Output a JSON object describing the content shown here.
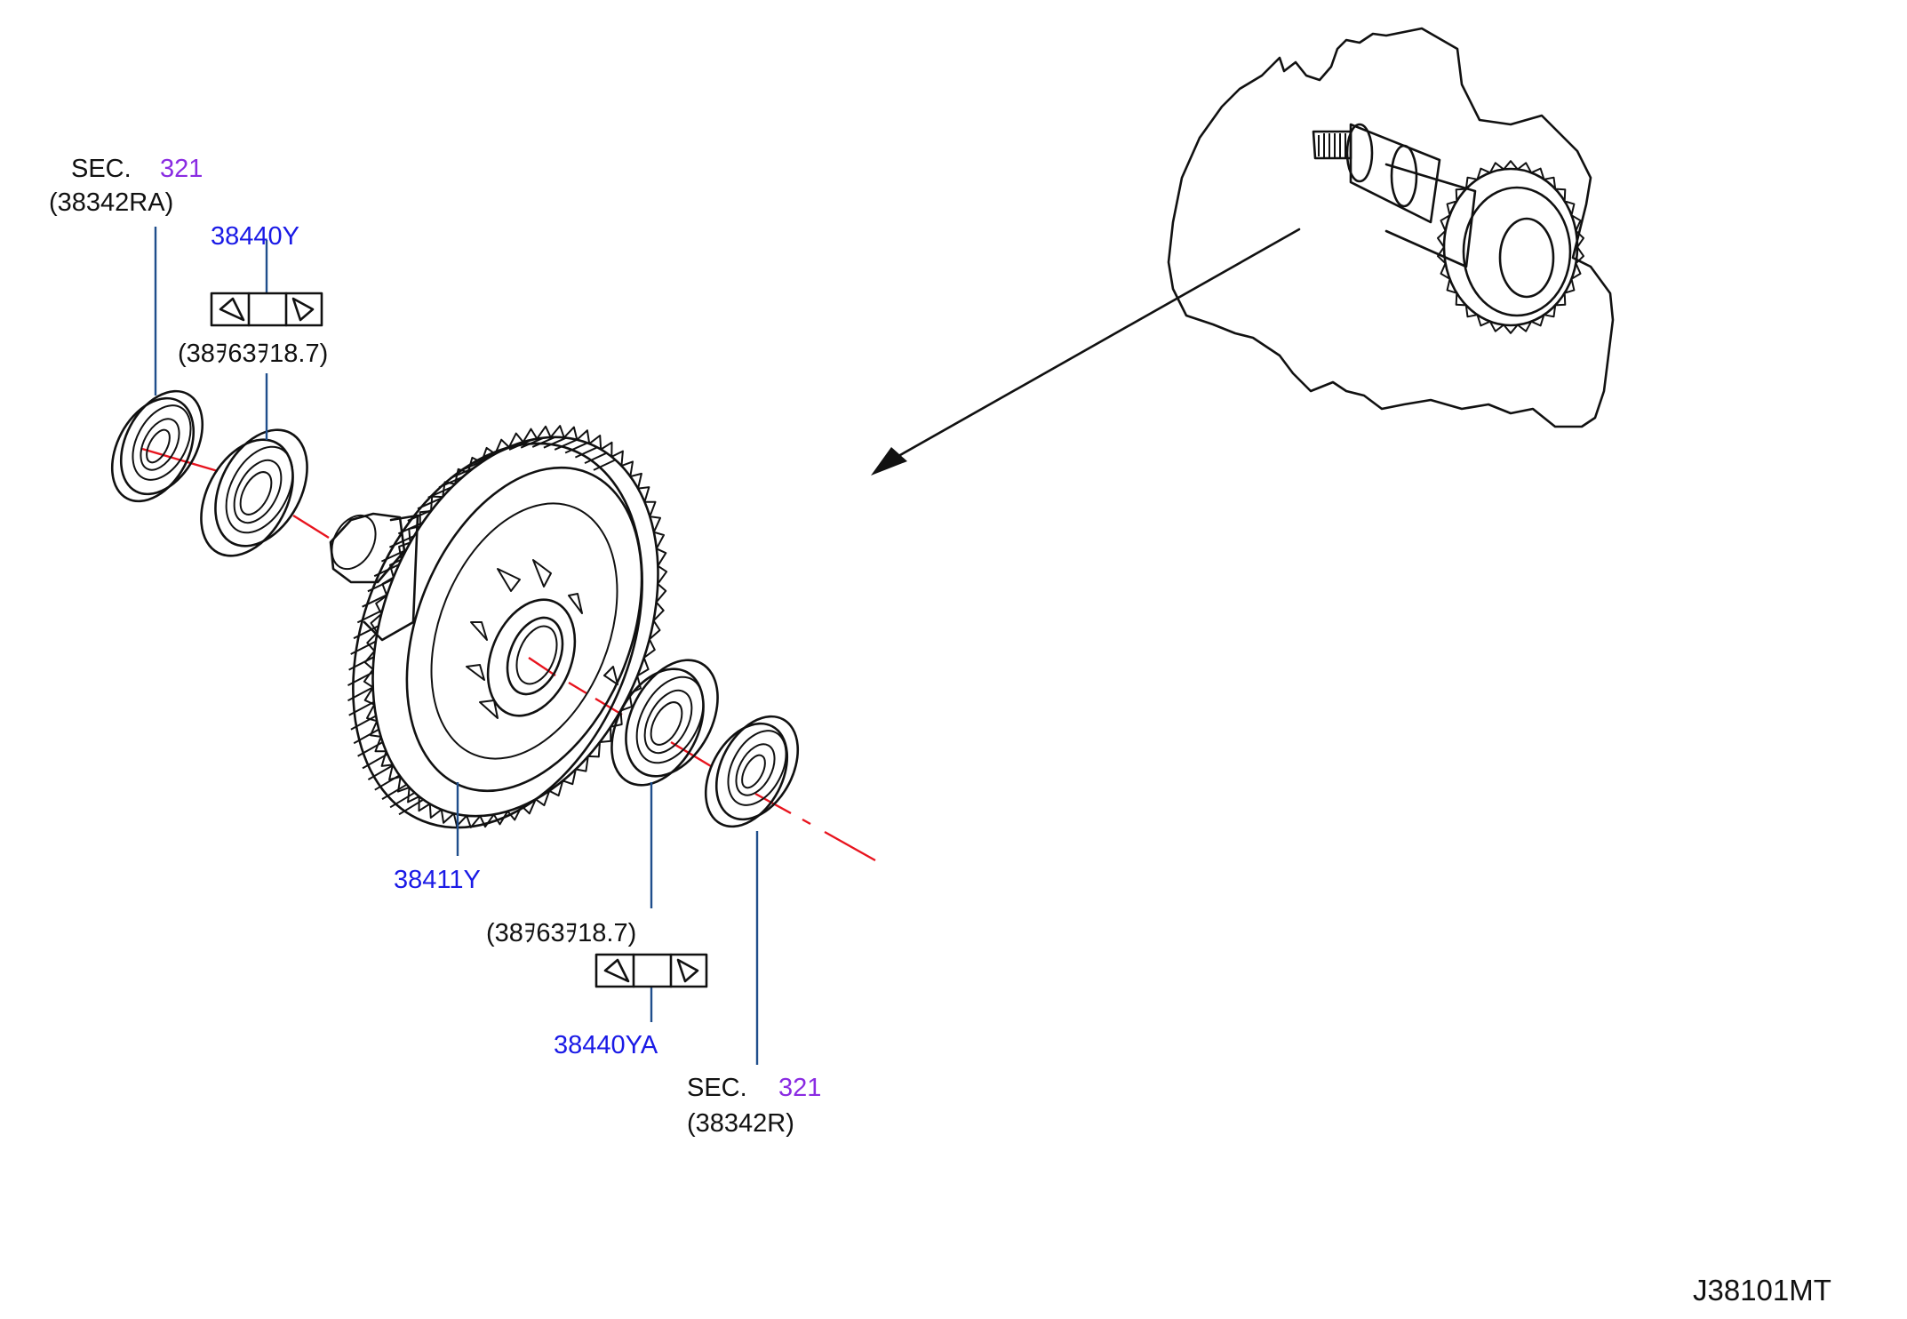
{
  "labels": {
    "sec_top": "SEC.",
    "sec_top_num": "321",
    "ref_top": "(38342RA)",
    "part_38440Y": "38440Y",
    "dim_top": "(38ｦ63ｦ18.7)",
    "part_38411Y": "38411Y",
    "dim_bottom": "(38ｦ63ｦ18.7)",
    "part_38440YA": "38440YA",
    "sec_bottom": "SEC.",
    "sec_bottom_num": "321",
    "ref_bottom": "(38342R)",
    "diagram_code": "J38101MT"
  },
  "colors": {
    "part_number": "#1a1ae6",
    "section_number": "#8a2be2",
    "leader_line": "#1f4e8c",
    "center_axis": "#e8141e",
    "linework": "#111111"
  },
  "icons": {
    "bearing_mark": "arrowhead-pair-box-icon"
  }
}
